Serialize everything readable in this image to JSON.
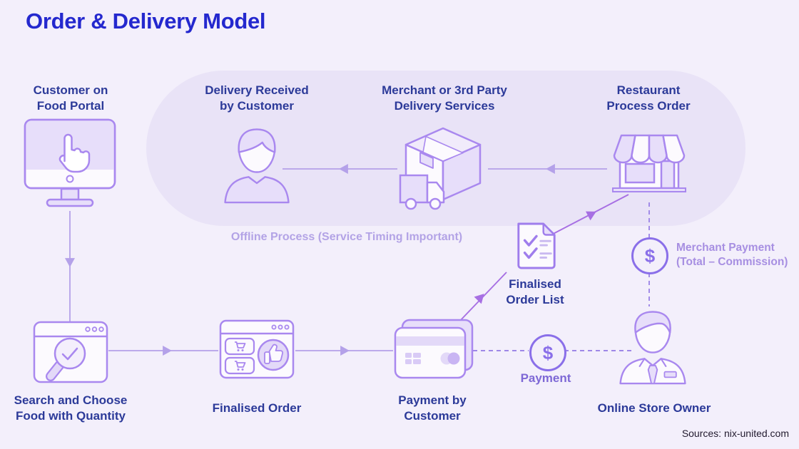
{
  "title": "Order & Delivery Model",
  "offline_note": "Offline Process (Service Timing Important)",
  "sources": "Sources: nix-united.com",
  "nodes": {
    "customer_portal": {
      "label": "Customer on\nFood Portal",
      "icon": "monitor-pointer-icon"
    },
    "delivery_received": {
      "label": "Delivery Received\nby Customer",
      "icon": "customer-person-icon"
    },
    "merchant_delivery": {
      "label": "Merchant or 3rd Party\nDelivery Services",
      "icon": "package-truck-icon"
    },
    "restaurant": {
      "label": "Restaurant\nProcess Order",
      "icon": "storefront-icon"
    },
    "finalised_list": {
      "label": "Finalised\nOrder List",
      "icon": "checklist-document-icon"
    },
    "merchant_payment": {
      "label": "Merchant Payment\n(Total – Commission)",
      "icon": "dollar-circle-icon",
      "symbol": "$"
    },
    "search_choose": {
      "label": "Search and Choose\nFood with Quantity",
      "icon": "browser-search-icon"
    },
    "finalised_order": {
      "label": "Finalised Order",
      "icon": "order-cart-thumbsup-icon"
    },
    "payment_customer": {
      "label": "Payment by\nCustomer",
      "icon": "credit-cards-icon"
    },
    "payment": {
      "label": "Payment",
      "icon": "dollar-circle-icon",
      "symbol": "$"
    },
    "store_owner": {
      "label": "Online Store Owner",
      "icon": "store-owner-icon"
    }
  },
  "colors": {
    "page_bg": "#f3effb",
    "pill_bg": "#e9e3f7",
    "title_blue": "#2428ce",
    "label_navy": "#2c3a99",
    "outline_purple": "#a988ef",
    "arrow_light": "#b4a1e9",
    "arrow_violet": "#a76fe3",
    "dashed_purple": "#9e87e7"
  }
}
